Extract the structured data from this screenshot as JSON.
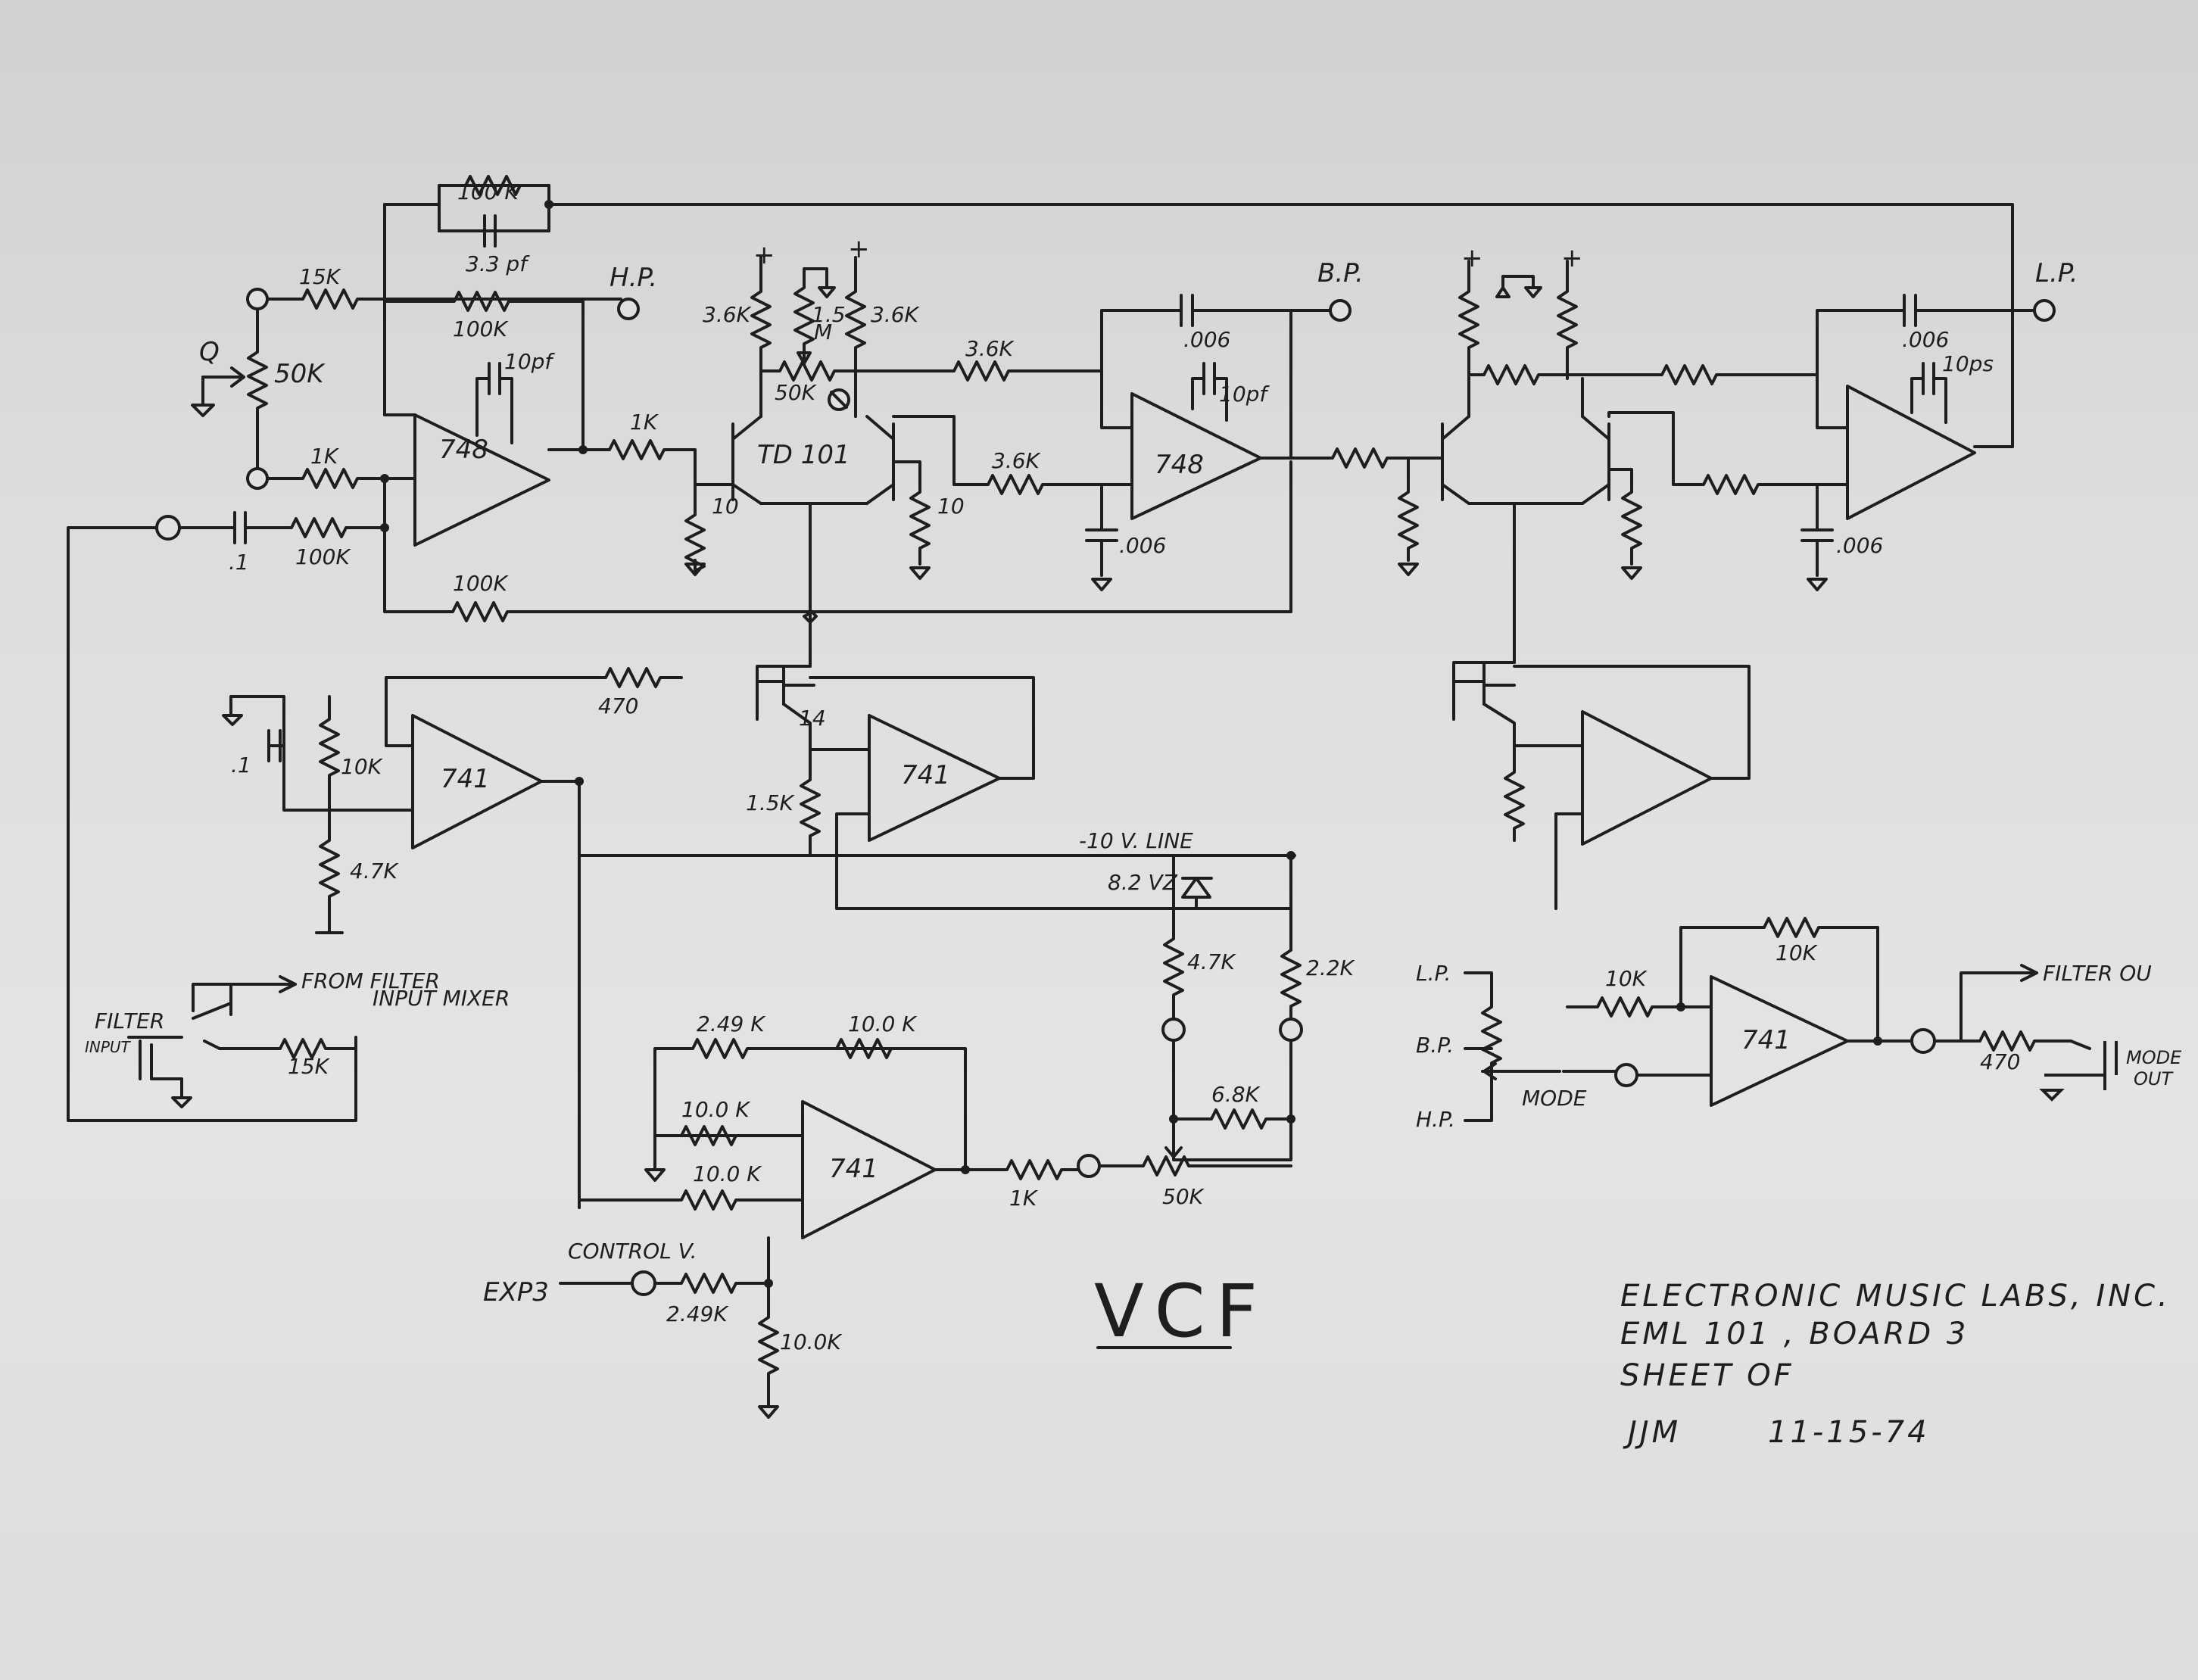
{
  "title": "VCF",
  "title_block": {
    "line1": "ELECTRONIC MUSIC LABS, INC.",
    "line2": "EML 101 , BOARD 3",
    "line3": "SHEET OF",
    "author": "JJM",
    "date": "11-15-74"
  },
  "outputs": {
    "hp": "H.P.",
    "bp": "B.P.",
    "lp": "L.P."
  },
  "opamps": {
    "a748": "748",
    "a741": "741",
    "pair": "TD 101",
    "pair2": "14"
  },
  "pots": {
    "q_label": "Q",
    "q_value": "50K",
    "bal_value": "50K",
    "freq_value": "50K"
  },
  "resistors": {
    "r15k_in": "15K",
    "r100k_fb": "100K",
    "r100k_top": "100 K",
    "r1k_q": "1K",
    "r100k_in": "100K",
    "r100k_bot": "100K",
    "r1k_748": "1K",
    "r10_a": "10",
    "r10_b": "10",
    "r36k_a": "3.6K",
    "r15m_a": "1.5",
    "r15m_b": "M",
    "r36k_b": "3.6K",
    "r36k_c": "3.6K",
    "r36k_d": "3.6K",
    "r470": "470",
    "r10k_b": "10K",
    "r47k_b": "4.7K",
    "r15k_e": "1.5K",
    "r47k_z": "4.7K",
    "r22k": "2.2K",
    "r68k": "6.8K",
    "r249k_a": "2.49 K",
    "r100k_a": "10.0 K",
    "r100k_b": "10.0 K",
    "r100k_c": "10.0 K",
    "r1k_cv": "1K",
    "r249k_b": "2.49K",
    "r100k_d": "10.0K",
    "r15k_in2": "15K",
    "r10k_mode": "10K",
    "r10k_mode_fb": "10K",
    "r470_out": "470"
  },
  "capacitors": {
    "c33pf": "3.3 pf",
    "c10pf_a": "10pf",
    "c01_in": ".1",
    "c006_a": ".006",
    "c10pf_b": "10pf",
    "c006_b": ".006",
    "c006_c": ".006",
    "c10pf_c": "10ps",
    "c006_d": ".006",
    "c01_b": ".1"
  },
  "labels": {
    "minus10v": "-10 V. LINE",
    "zener": "8.2 VZ",
    "from_filter": "FROM FILTER",
    "input_mixer": "INPUT MIXER",
    "filter": "FILTER",
    "input": "INPUT",
    "control_v": "CONTROL V.",
    "exp3": "EXP3",
    "mode": "MODE",
    "sel_lp": "L.P.",
    "sel_bp": "B.P.",
    "sel_hp": "H.P.",
    "filter_out": "FILTER OU",
    "mode_out_1": "MODE",
    "mode_out_2": "OUT",
    "plus": "+"
  }
}
